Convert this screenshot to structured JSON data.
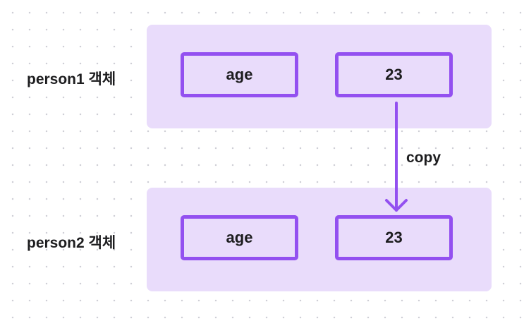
{
  "objects": [
    {
      "label": "person1 객체",
      "key": "age",
      "value": "23"
    },
    {
      "label": "person2 객체",
      "key": "age",
      "value": "23"
    }
  ],
  "edge": {
    "label": "copy",
    "from": "person1 객체 value",
    "to": "person2 객체 value"
  },
  "colors": {
    "panel_fill": "#e9dcfb",
    "box_border": "#9350f0",
    "arrow": "#9350f0",
    "text": "#1d1d1f",
    "grid_dot": "#cfcfd6"
  }
}
